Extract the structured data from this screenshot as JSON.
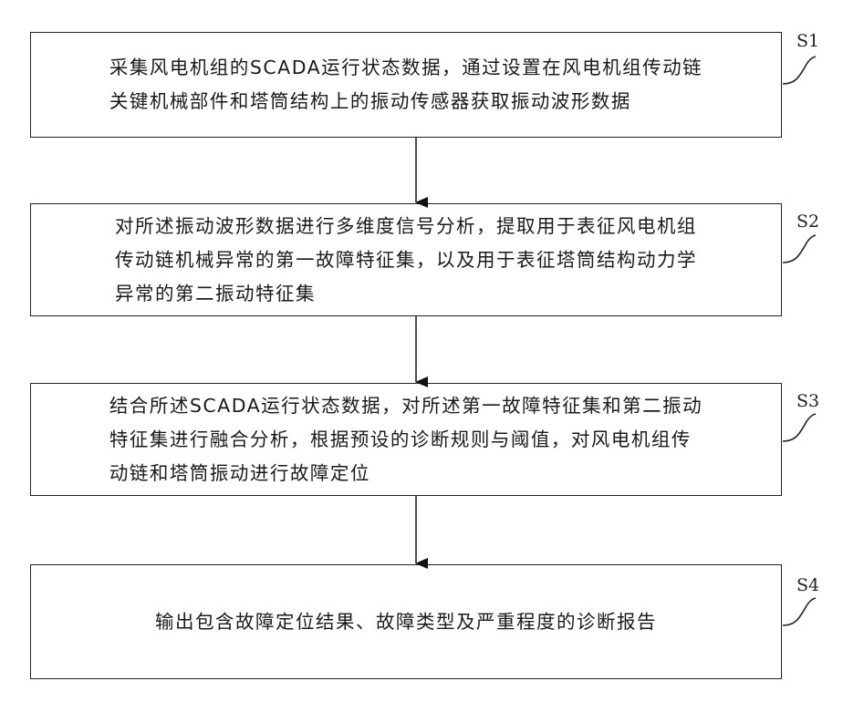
{
  "steps": [
    {
      "id": "S1",
      "text": "采集风电机组的SCADA运行状态数据，通过设置在风电机组传动链\n关键机械部件和塔筒结构上的振动传感器获取振动波形数据"
    },
    {
      "id": "S2",
      "text": "对所述振动波形数据进行多维度信号分析，提取用于表征风电机组\n传动链机械异常的第一故障特征集，以及用于表征塔筒结构动力学\n异常的第二振动特征集"
    },
    {
      "id": "S3",
      "text": "结合所述SCADA运行状态数据，对所述第一故障特征集和第二振动\n特征集进行融合分析，根据预设的诊断规则与阈值，对风电机组传\n动链和塔筒振动进行故障定位"
    },
    {
      "id": "S4",
      "text": "输出包含故障定位结果、故障类型及严重程度的诊断报告"
    }
  ]
}
